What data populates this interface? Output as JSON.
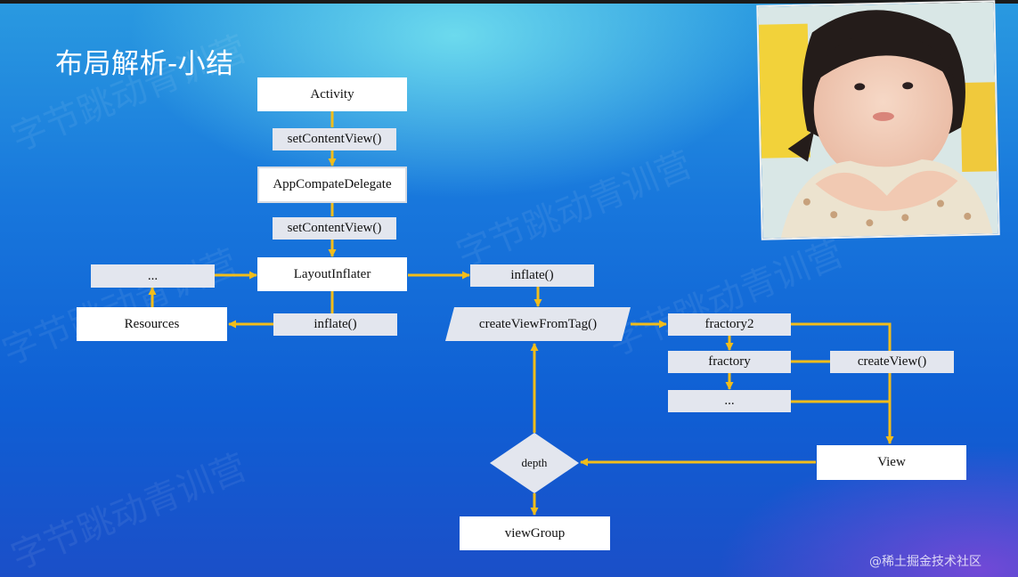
{
  "slide": {
    "title": "布局解析-小结",
    "credit": "@稀土掘金技术社区"
  },
  "nodes": {
    "activity": "Activity",
    "set_content_view_1": "setContentView()",
    "app_compat_delegate": "AppCompateDelegate",
    "set_content_view_2": "setContentView()",
    "layout_inflater": "LayoutInflater",
    "ellipsis_left": "...",
    "resources": "Resources",
    "inflate_left": "inflate()",
    "inflate_right": "inflate()",
    "create_view_from_tag": "createViewFromTag()",
    "fractory2": "fractory2",
    "fractory": "fractory",
    "ellipsis_right": "...",
    "create_view": "createView()",
    "view": "View",
    "depth": "depth",
    "view_group": "viewGroup"
  },
  "colors": {
    "arrow": "#f2bd1a",
    "box": "#ffffff",
    "label": "#e3e6ee"
  },
  "watermark": "字节跳动青训营",
  "photo": {
    "icon": "child-portrait-photo"
  }
}
